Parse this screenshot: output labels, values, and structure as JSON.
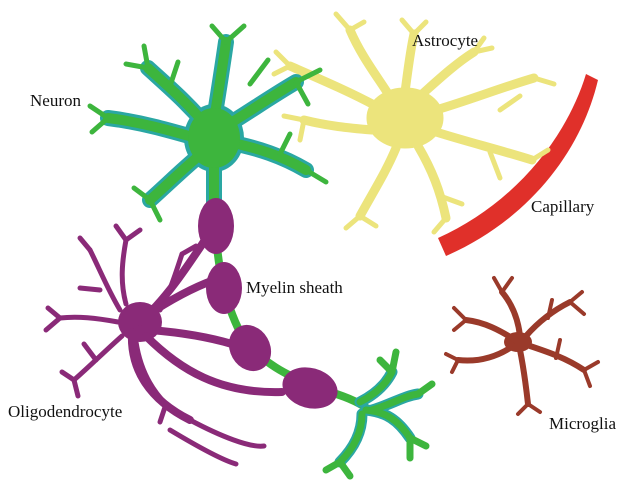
{
  "labels": {
    "neuron": "Neuron",
    "astrocyte": "Astrocyte",
    "capillary": "Capillary",
    "myelin_sheath": "Myelin sheath",
    "oligodendrocyte": "Oligodendrocyte",
    "microglia": "Microglia"
  },
  "colors": {
    "neuron_fill": "#3db53d",
    "neuron_outline": "#2aa7a3",
    "astrocyte": "#ece47c",
    "capillary": "#e0302a",
    "oligodendrocyte": "#8a2a78",
    "myelin": "#8a2a78",
    "axon": "#3db53d",
    "microglia": "#9a3a2a"
  }
}
